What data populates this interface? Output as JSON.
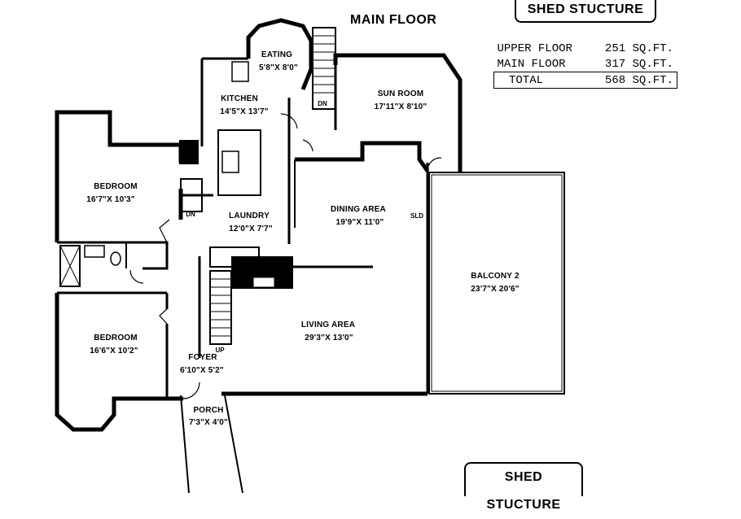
{
  "title": "MAIN FLOOR",
  "shed_top": "SHED STUCTURE",
  "shed_bottom": "SHED STUCTURE",
  "area_table": [
    {
      "name": "UPPER FLOOR",
      "value": "251 SQ.FT."
    },
    {
      "name": "MAIN FLOOR",
      "value": "317 SQ.FT."
    },
    {
      "name": "TOTAL",
      "value": "568 SQ.FT."
    }
  ],
  "rooms": {
    "eating": {
      "name": "EATING",
      "dims": "5'8\"X 8'0\""
    },
    "kitchen": {
      "name": "KITCHEN",
      "dims": "14'5\"X 13'7\""
    },
    "sun_room": {
      "name": "SUN ROOM",
      "dims": "17'11\"X 8'10\""
    },
    "bedroom_1": {
      "name": "BEDROOM",
      "dims": "16'7\"X 10'3\""
    },
    "laundry": {
      "name": "LAUNDRY",
      "dims": "12'0\"X 7'7\""
    },
    "dining": {
      "name": "DINING AREA",
      "dims": "19'9\"X 11'0\""
    },
    "balcony": {
      "name": "BALCONY 2",
      "dims": "23'7\"X 20'6\""
    },
    "living": {
      "name": "LIVING AREA",
      "dims": "29'3\"X 13'0\""
    },
    "bedroom_2": {
      "name": "BEDROOM",
      "dims": "16'6\"X 10'2\""
    },
    "foyer": {
      "name": "FOYER",
      "dims": "6'10\"X 5'2\""
    },
    "porch": {
      "name": "PORCH",
      "dims": "7'3\"X 4'0\""
    }
  },
  "stair_labels": {
    "dn_top": "DN",
    "dn_left": "DN",
    "up": "UP",
    "sld": "SLD"
  }
}
